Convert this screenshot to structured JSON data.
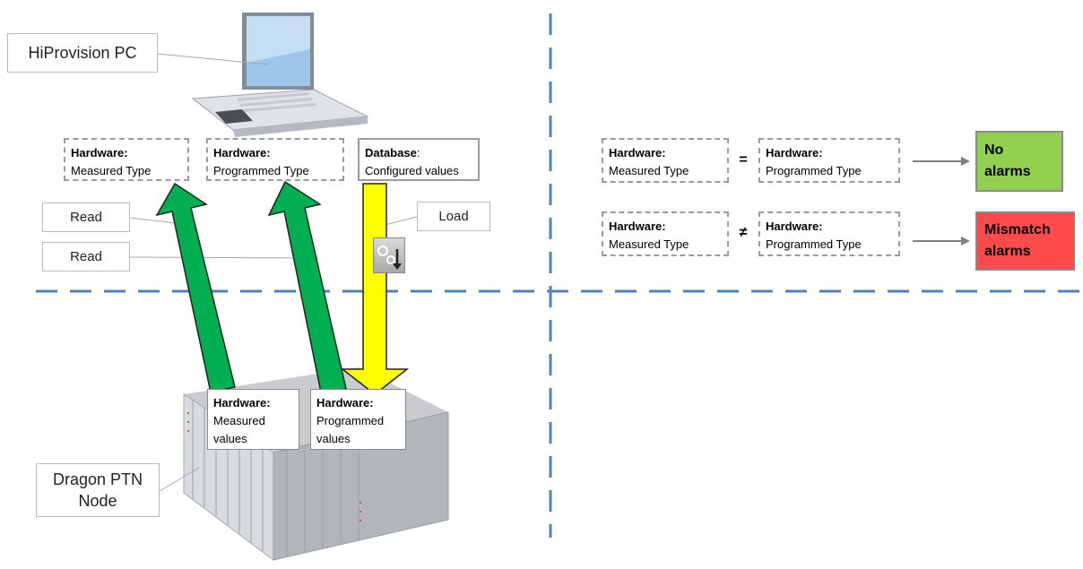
{
  "callouts": {
    "hiprovision_pc": "HiProvision PC",
    "read_1": "Read",
    "read_2": "Read",
    "load": "Load",
    "dragon_node_line1": "Dragon PTN",
    "dragon_node_line2": "Node"
  },
  "top_boxes": {
    "measured": {
      "label": "Hardware:",
      "value": "Measured Type"
    },
    "programmed": {
      "label": "Hardware:",
      "value": "Programmed Type"
    },
    "database": {
      "label": "Database",
      "suffix": ":",
      "value": "Configured values"
    }
  },
  "node_boxes": {
    "measured": {
      "label": "Hardware:",
      "line1": "Measured",
      "line2": "values"
    },
    "programmed": {
      "label": "Hardware:",
      "line1": "Programmed",
      "line2": "values"
    }
  },
  "comparisons": [
    {
      "left": {
        "label": "Hardware:",
        "value": "Measured Type"
      },
      "operator": "=",
      "right": {
        "label": "Hardware:",
        "value": "Programmed Type"
      },
      "result_line1": "No",
      "result_line2": "alarms",
      "result_color": "#92d050"
    },
    {
      "left": {
        "label": "Hardware:",
        "value": "Measured Type"
      },
      "operator": "≠",
      "right": {
        "label": "Hardware:",
        "value": "Programmed Type"
      },
      "result_line1": "Mismatch",
      "result_line2": "alarms",
      "result_color": "#ff4b4b"
    }
  ],
  "colors": {
    "read_arrow": "#00b050",
    "load_arrow": "#ffff00",
    "divider": "#4f81bd"
  },
  "icons": [
    "laptop-icon",
    "rack-node-icon",
    "load-config-icon"
  ]
}
